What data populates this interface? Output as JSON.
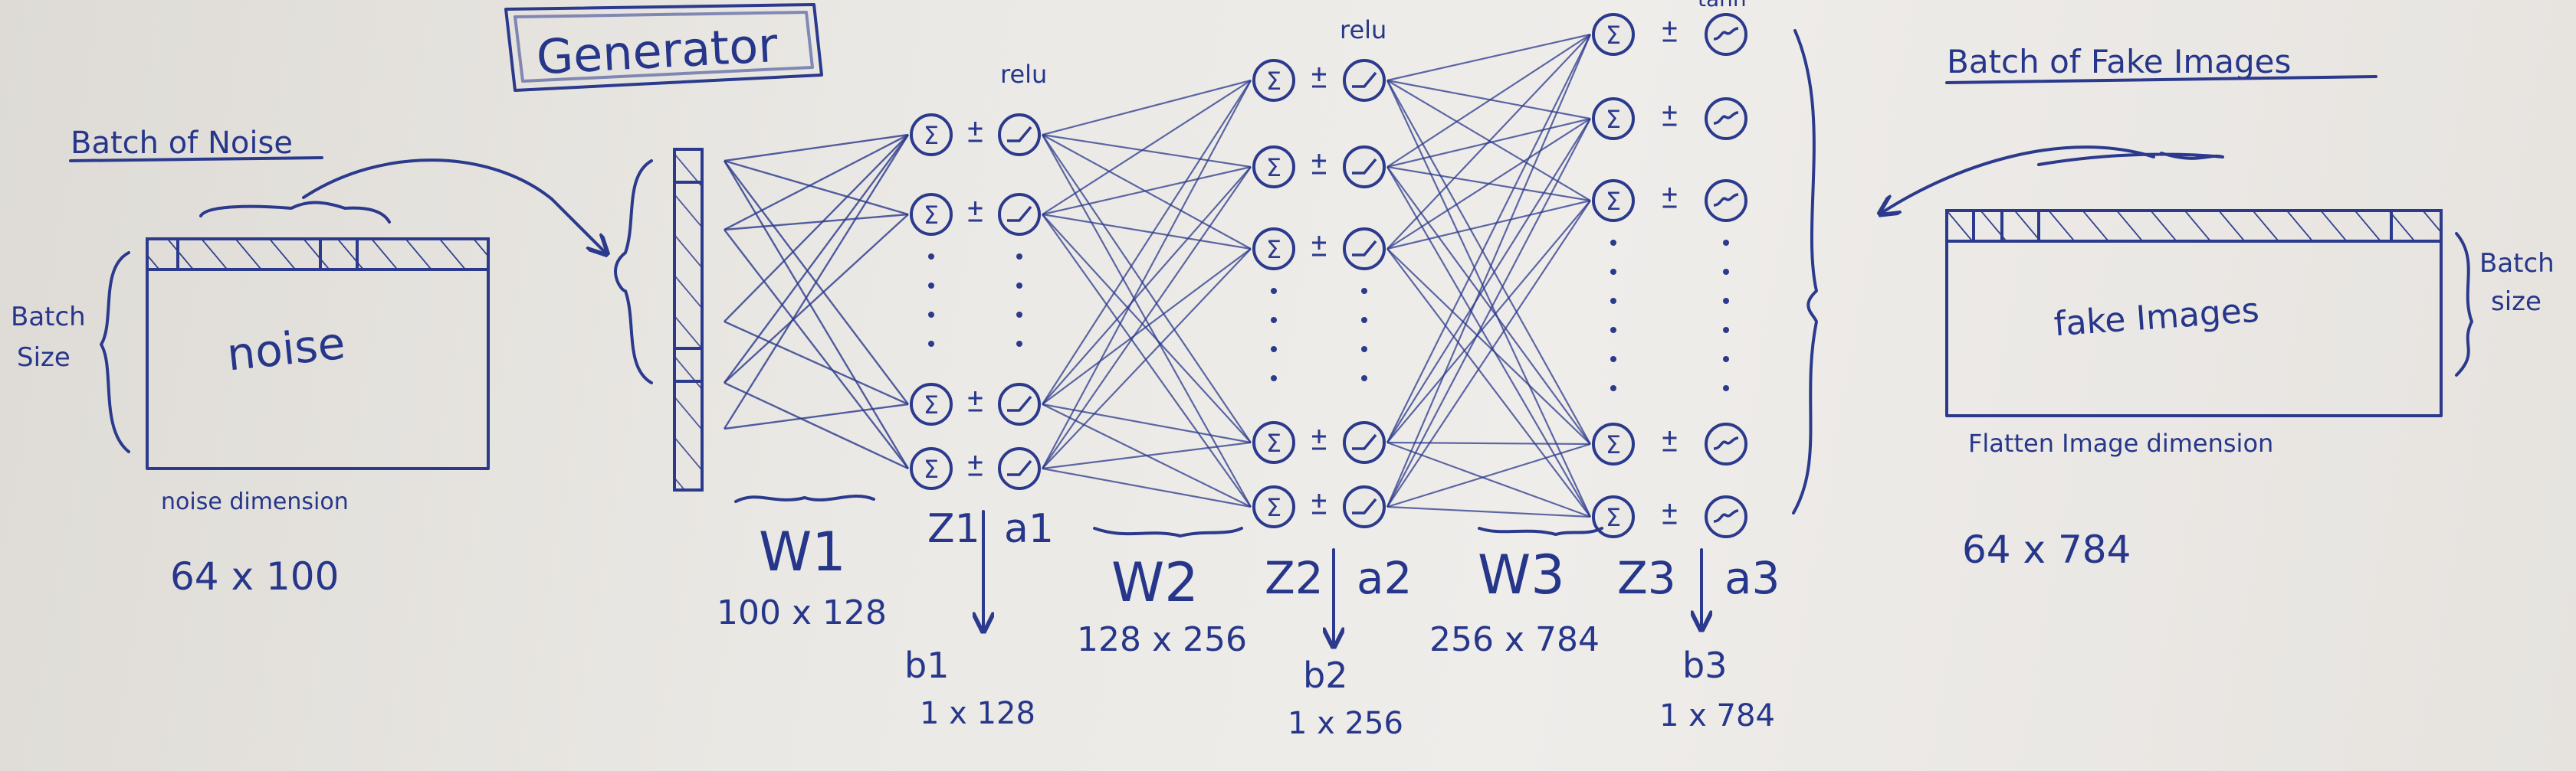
{
  "title": "Generator",
  "input": {
    "heading": "Batch of Noise",
    "matrix_label": "noise",
    "side_label": [
      "Batch",
      "Size"
    ],
    "bottom_label": "noise dimension",
    "shape": "64 x 100"
  },
  "output": {
    "heading": "Batch of Fake Images",
    "matrix_label": "fake Images",
    "side_label": [
      "Batch",
      "size"
    ],
    "bottom_label": "Flatten Image dimension",
    "shape": "64 x 784"
  },
  "layers": [
    {
      "weight": "W1",
      "weight_shape": "100 x 128",
      "z": "Z1",
      "a": "a1",
      "bias": "b1",
      "bias_shape": "1 x 128",
      "activation": "relu"
    },
    {
      "weight": "W2",
      "weight_shape": "128 x 256",
      "z": "Z2",
      "a": "a2",
      "bias": "b2",
      "bias_shape": "1 x 256",
      "activation": "relu"
    },
    {
      "weight": "W3",
      "weight_shape": "256 x 784",
      "z": "Z3",
      "a": "a3",
      "bias": "b3",
      "bias_shape": "1 x 784",
      "activation": "tanh"
    }
  ],
  "neuron_symbol": "Σ",
  "colors": {
    "ink": "#2b3a8c",
    "paper": "#e7e5e1"
  }
}
